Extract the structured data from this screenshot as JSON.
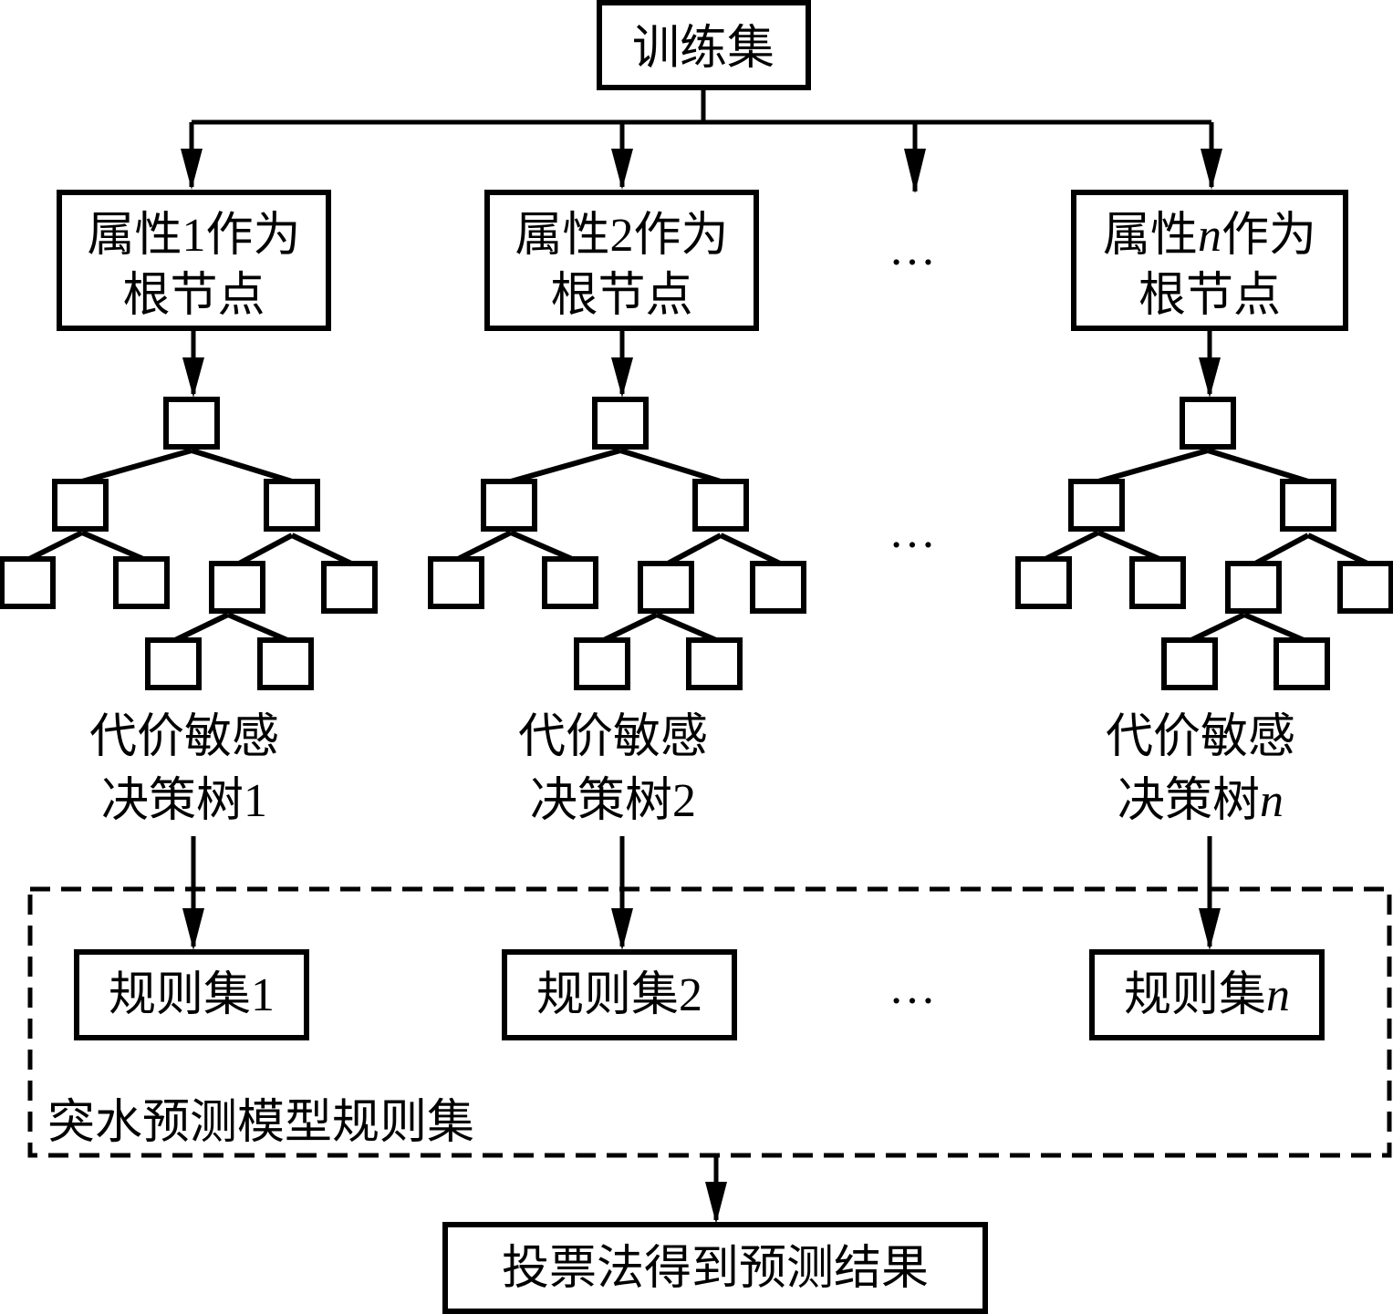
{
  "title_box": {
    "label": "训练集"
  },
  "columns": [
    {
      "root_prefix": "属性",
      "index": "1",
      "index_italic": false,
      "root_suffix": "作为",
      "root_line2": "根节点",
      "tree_line1": "代价敏感",
      "tree_prefix": "决策树",
      "rule_prefix": "规则集"
    },
    {
      "root_prefix": "属性",
      "index": "2",
      "index_italic": false,
      "root_suffix": "作为",
      "root_line2": "根节点",
      "tree_line1": "代价敏感",
      "tree_prefix": "决策树",
      "rule_prefix": "规则集"
    },
    {
      "root_prefix": "属性",
      "index": "n",
      "index_italic": true,
      "root_suffix": "作为",
      "root_line2": "根节点",
      "tree_line1": "代价敏感",
      "tree_prefix": "决策树",
      "rule_prefix": "规则集"
    }
  ],
  "ellipsis": "…",
  "group_label": "突水预测模型规则集",
  "result_box": {
    "label": "投票法得到预测结果"
  },
  "colors": {
    "stroke": "#000000",
    "background": "#ffffff"
  }
}
